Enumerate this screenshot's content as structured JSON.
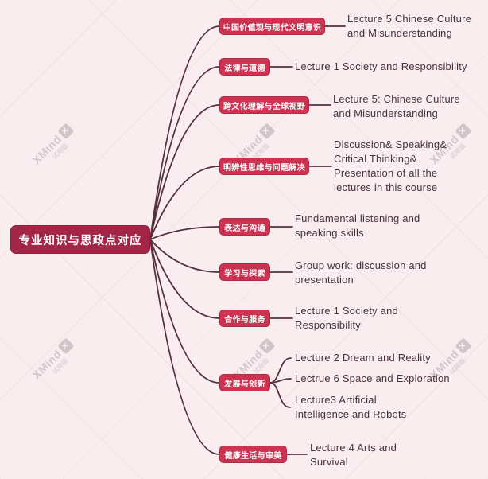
{
  "root": {
    "label": "专业知识与思政点对应"
  },
  "branches": [
    {
      "label": "中国价值观与现代文明意识",
      "notes": [
        {
          "lines": [
            "Lecture 5 Chinese Culture",
            "and Misunderstanding"
          ]
        }
      ]
    },
    {
      "label": "法律与道德",
      "notes": [
        {
          "lines": [
            "Lecture 1 Society and Responsibility"
          ]
        }
      ]
    },
    {
      "label": "跨文化理解与全球视野",
      "notes": [
        {
          "lines": [
            "Lecture 5: Chinese Culture",
            "and Misunderstanding"
          ]
        }
      ]
    },
    {
      "label": "明辨性思维与问题解决",
      "notes": [
        {
          "lines": [
            "Discussion& Speaking&",
            "Critical Thinking&",
            "Presentation of all the",
            "lectures in this course"
          ]
        }
      ]
    },
    {
      "label": "表达与沟通",
      "notes": [
        {
          "lines": [
            "Fundamental listening and",
            "speaking skills"
          ]
        }
      ]
    },
    {
      "label": "学习与探索",
      "notes": [
        {
          "lines": [
            "Group work: discussion and",
            "presentation"
          ]
        }
      ]
    },
    {
      "label": "合作与服务",
      "notes": [
        {
          "lines": [
            "Lecture 1  Society and",
            "Responsibility"
          ]
        }
      ]
    },
    {
      "label": "发展与创新",
      "notes": [
        {
          "lines": [
            "Lecture 2 Dream and Reality"
          ]
        },
        {
          "lines": [
            "Lectrue 6 Space and Exploration"
          ]
        },
        {
          "lines": [
            "Lecture3 Artificial",
            "Intelligence and Robots"
          ]
        }
      ]
    },
    {
      "label": "健康生活与审美",
      "notes": [
        {
          "lines": [
            "Lecture 4 Arts and",
            "Survival"
          ]
        }
      ]
    }
  ],
  "watermark": {
    "brand": "XMind",
    "logo_glyph": "✕",
    "edition": "试用版"
  },
  "colors": {
    "background": "#f9edef",
    "root_node": "#a42647",
    "branch_node": "#cd3351",
    "connector_line": "#553140",
    "note_text": "#473339"
  }
}
